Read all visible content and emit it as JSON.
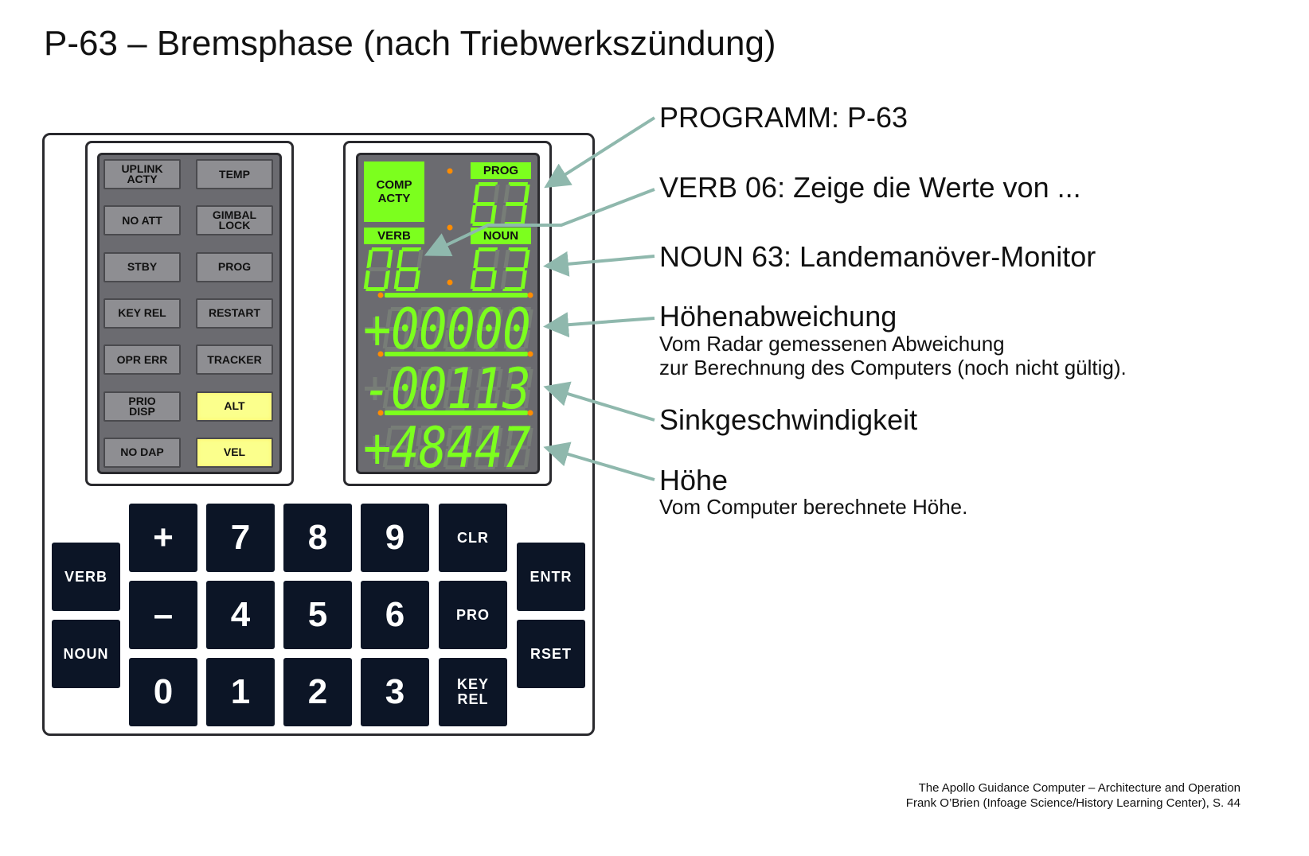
{
  "title": "P-63 – Bremsphase (nach Triebwerkszündung)",
  "lamps": [
    {
      "label": "UPLINK\nACTY",
      "on": false
    },
    {
      "label": "TEMP",
      "on": false
    },
    {
      "label": "NO ATT",
      "on": false
    },
    {
      "label": "GIMBAL\nLOCK",
      "on": false
    },
    {
      "label": "STBY",
      "on": false
    },
    {
      "label": "PROG",
      "on": false
    },
    {
      "label": "KEY REL",
      "on": false
    },
    {
      "label": "RESTART",
      "on": false
    },
    {
      "label": "OPR ERR",
      "on": false
    },
    {
      "label": "TRACKER",
      "on": false
    },
    {
      "label": "PRIO\nDISP",
      "on": false
    },
    {
      "label": "ALT",
      "on": true
    },
    {
      "label": "NO DAP",
      "on": false
    },
    {
      "label": "VEL",
      "on": true
    }
  ],
  "display": {
    "comp_acty": "COMP\nACTY",
    "prog_label": "PROG",
    "verb_label": "VERB",
    "noun_label": "NOUN",
    "prog": "63",
    "verb": "06",
    "noun": "63",
    "r1": "+00000",
    "r2": "-00113",
    "r3": "+48447",
    "lit_color": "#7cff1e",
    "dim_color": "#777d77"
  },
  "keys": {
    "verb": "VERB",
    "noun": "NOUN",
    "plus": "+",
    "minus": "–",
    "k0": "0",
    "k1": "1",
    "k2": "2",
    "k3": "3",
    "k4": "4",
    "k5": "5",
    "k6": "6",
    "k7": "7",
    "k8": "8",
    "k9": "9",
    "clr": "CLR",
    "pro": "PRO",
    "key_rel": "KEY\nREL",
    "entr": "ENTR",
    "rset": "RSET"
  },
  "annotations": {
    "program": "PROGRAMM: P-63",
    "verb": "VERB 06: Zeige die Werte von ...",
    "noun": "NOUN 63: Landemanöver-Monitor",
    "hoehenabweichung": "Höhenabweichung",
    "hoehenabweichung_sub1": "Vom Radar gemessenen Abweichung",
    "hoehenabweichung_sub2": "zur Berechnung des Computers (noch nicht gültig).",
    "sink": "Sinkgeschwindigkeit",
    "hoehe": "Höhe",
    "hoehe_sub": "Vom Computer berechnete Höhe."
  },
  "citation": {
    "line1": "The Apollo Guidance Computer – Architecture and Operation",
    "line2": "Frank O’Brien (Infoage Science/History Learning Center), S. 44"
  }
}
